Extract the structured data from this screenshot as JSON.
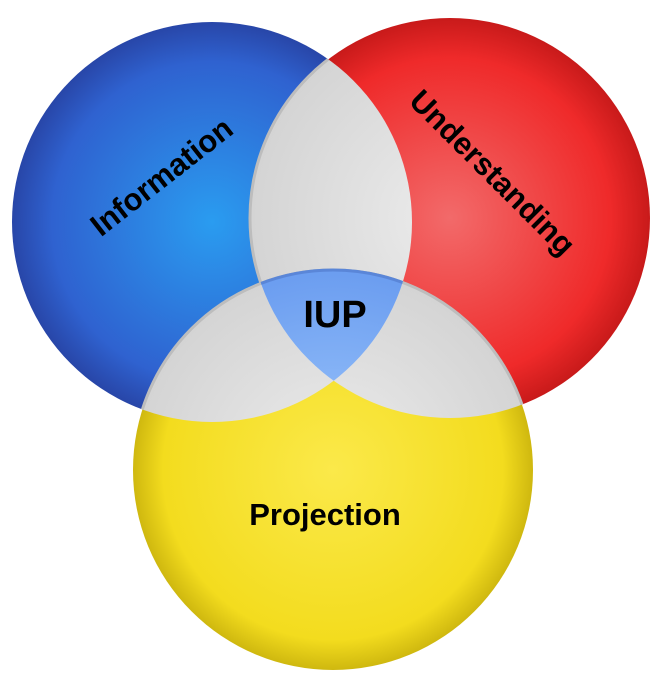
{
  "diagram": {
    "type": "venn",
    "sets": [
      {
        "label": "Information",
        "color": "#2f5fcf"
      },
      {
        "label": "Understanding",
        "color": "#ee2a2a"
      },
      {
        "label": "Projection",
        "color": "#f2dc1e"
      }
    ],
    "center_label": "IUP",
    "overlap_color": "#e2e2e2",
    "center_color": "#7fb0f5"
  }
}
